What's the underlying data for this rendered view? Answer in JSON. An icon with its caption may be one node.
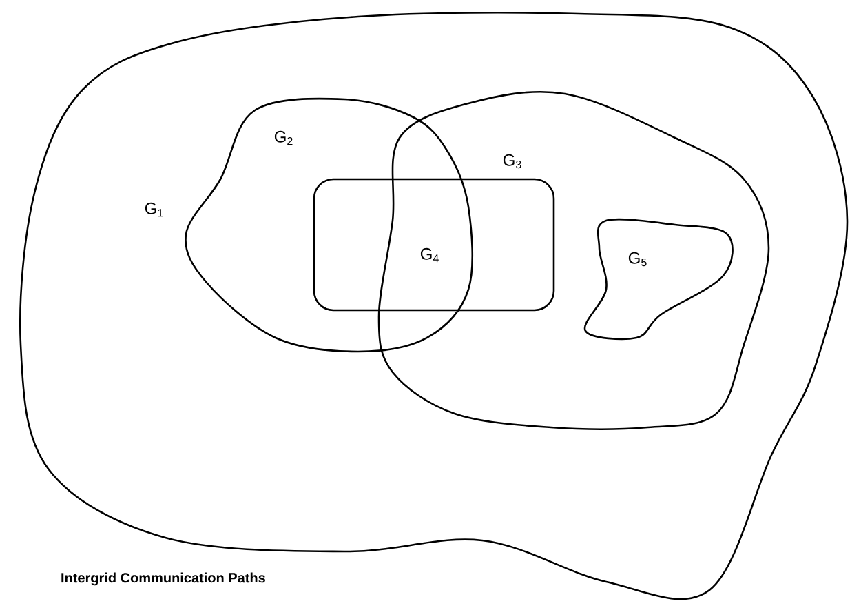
{
  "diagram": {
    "caption": "Intergrid Communication Paths",
    "nodes": [
      {
        "text": [
          "G$_{1}$"
        ]
      },
      {
        "text": [
          "G$_{2}$"
        ],
        "in": 0
      },
      {
        "text": [
          "G$_{3}$"
        ],
        "in": 0
      },
      {
        "text": [
          "G$_{4}$"
        ],
        "in": 0
      },
      {
        "text": [
          "G$_{5}$"
        ],
        "in": 2
      }
    ]
  }
}
